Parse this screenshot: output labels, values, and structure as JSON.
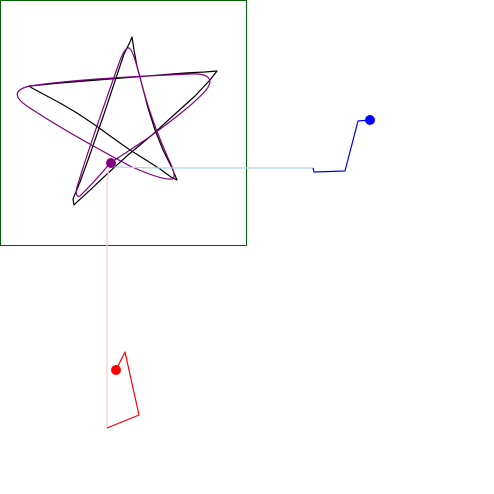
{
  "scene": {
    "background": "#ffffff",
    "frame_color": "#006400"
  },
  "strokes": [
    {
      "name": "target-star",
      "color": "#000000"
    },
    {
      "name": "traced-star",
      "color": "#800080"
    },
    {
      "name": "blue-connector",
      "color": "#add8e6"
    },
    {
      "name": "blue-path",
      "color": "#0000ff"
    },
    {
      "name": "pink-connector",
      "color": "#ffc0cb"
    },
    {
      "name": "red-path",
      "color": "#ff0000"
    }
  ],
  "markers": [
    {
      "name": "purple-pen-marker",
      "color": "#800080"
    },
    {
      "name": "blue-marker",
      "color": "#0000ff"
    },
    {
      "name": "red-marker",
      "color": "#ff0000"
    }
  ]
}
